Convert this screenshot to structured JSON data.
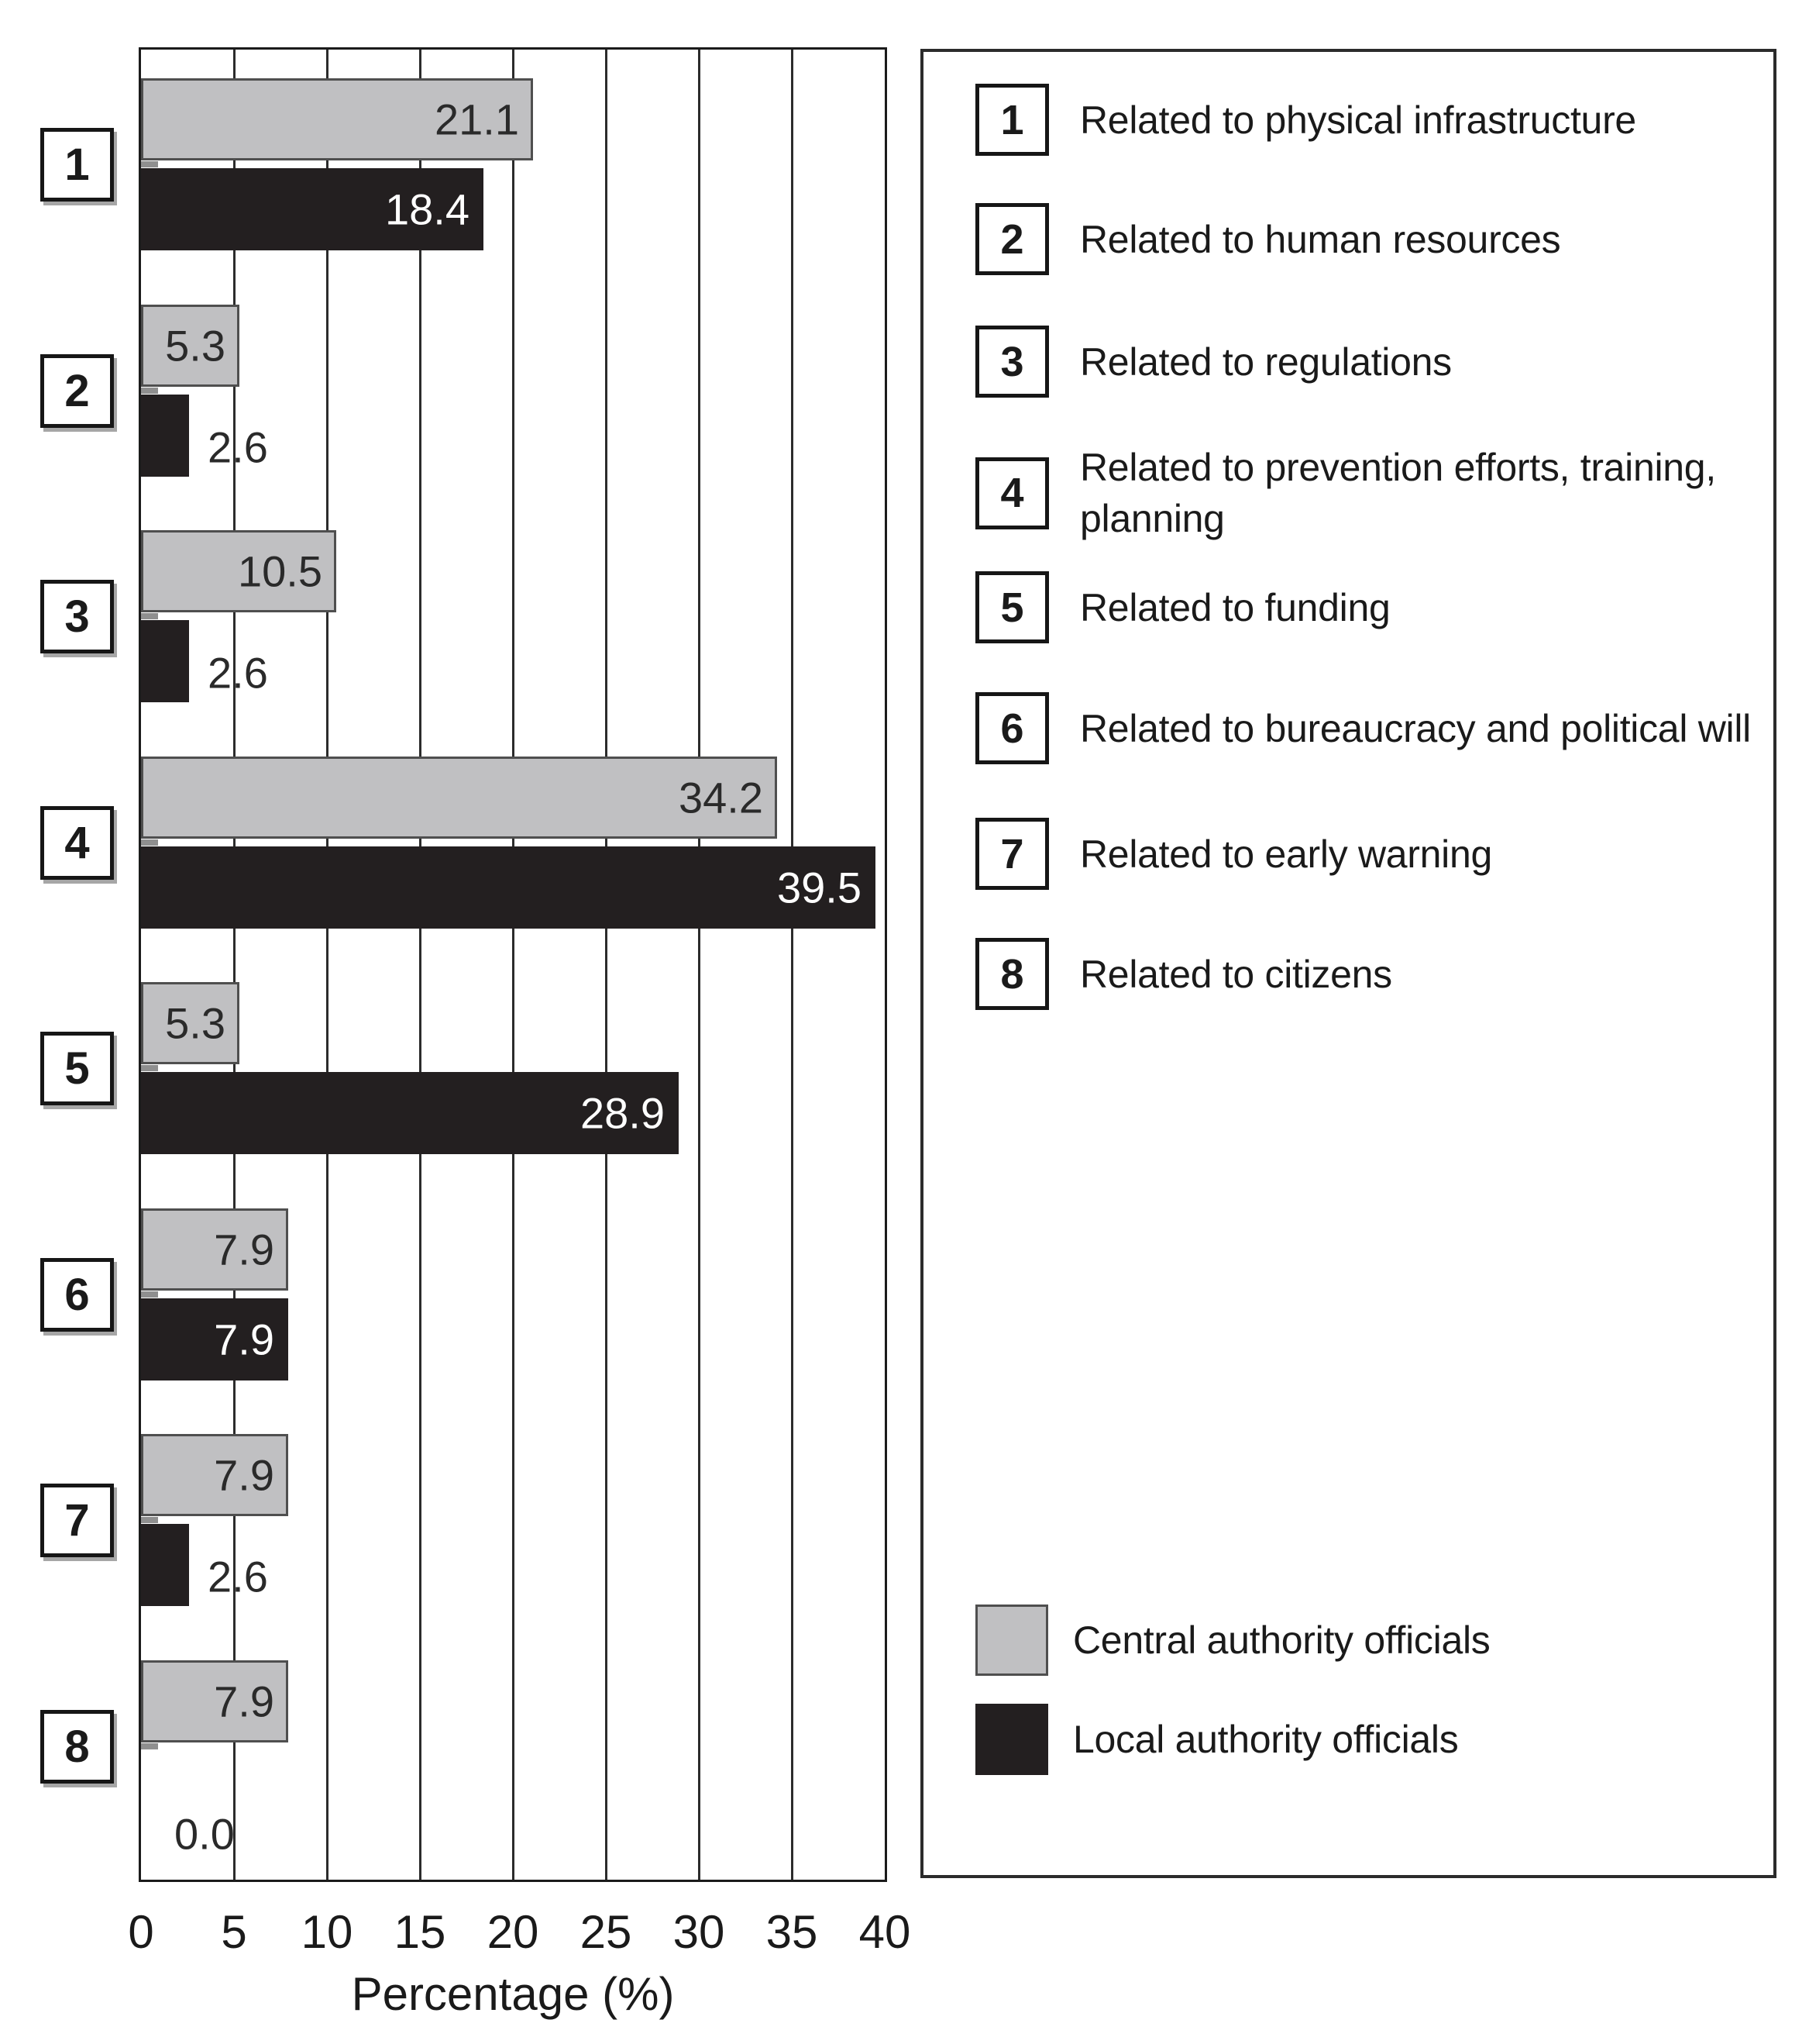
{
  "chart_data": {
    "type": "bar",
    "orientation": "horizontal",
    "title": "",
    "xlabel": "Percentage (%)",
    "xlim": [
      0,
      40
    ],
    "x_ticks": [
      0,
      5,
      10,
      15,
      20,
      25,
      30,
      35,
      40
    ],
    "grid": "vertical gridlines at every x tick, plot framed with border",
    "legend_position": "right panel with numbered category key and series swatches",
    "categories": [
      {
        "num": "1",
        "label": "Related to physical infrastructure"
      },
      {
        "num": "2",
        "label": "Related to human resources"
      },
      {
        "num": "3",
        "label": "Related to regulations"
      },
      {
        "num": "4",
        "label": "Related to prevention efforts, training,\nplanning"
      },
      {
        "num": "5",
        "label": "Related to funding"
      },
      {
        "num": "6",
        "label": "Related to bureaucracy and political will"
      },
      {
        "num": "7",
        "label": "Related to early warning"
      },
      {
        "num": "8",
        "label": "Related to citizens"
      }
    ],
    "series": [
      {
        "name": "Central authority officials",
        "color": "#c0c0c2",
        "values": [
          21.1,
          5.3,
          10.5,
          34.2,
          5.3,
          7.9,
          7.9,
          7.9
        ]
      },
      {
        "name": "Local authority officials",
        "color": "#231f20",
        "values": [
          18.4,
          2.6,
          2.6,
          39.5,
          28.9,
          7.9,
          2.6,
          0.0
        ]
      }
    ]
  }
}
